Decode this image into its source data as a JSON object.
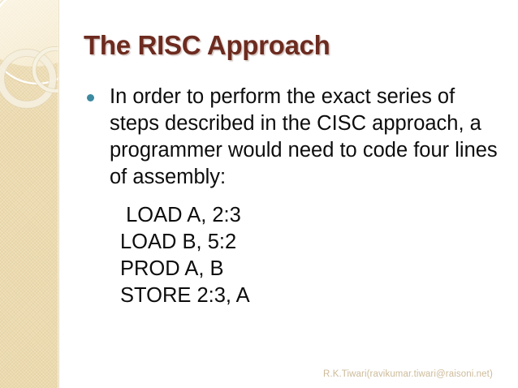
{
  "slide": {
    "title": "The RISC Approach",
    "background_color": "#ffffff",
    "title_color": "#6d2b1f",
    "body_text_color": "#0d0d0d",
    "bullet_color": "#3c8aa0",
    "panel_color": "#efe1bb",
    "footer_color": "#ccbb99"
  },
  "bullets": [
    {
      "marker": "bullet-dot",
      "text": "In order to perform the exact series of steps described in the CISC approach, a programmer would need to code four lines of assembly:"
    }
  ],
  "code_lines": [
    " LOAD A, 2:3",
    "LOAD B, 5:2",
    "PROD A, B",
    "STORE 2:3, A"
  ],
  "footer": {
    "text": "R.K.Tiwari(ravikumar.tiwari@raisoni.net)"
  },
  "decoration": {
    "large_circle": "thin-outline-circle",
    "thick_ring": "thick-pale-ring",
    "small_ring": "small-pale-ring"
  }
}
